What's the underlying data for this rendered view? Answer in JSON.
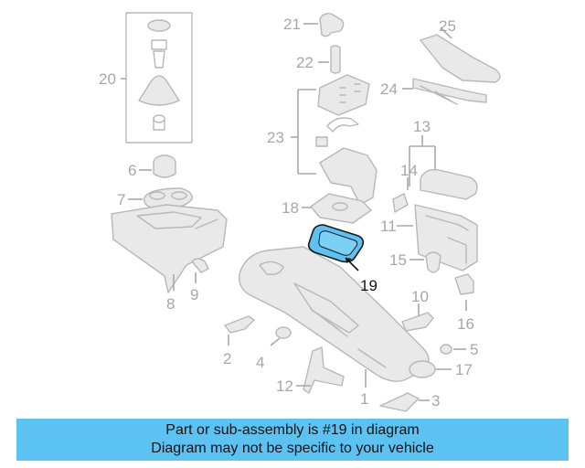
{
  "callouts": {
    "c1": "1",
    "c2": "2",
    "c3": "3",
    "c4": "4",
    "c5": "5",
    "c6": "6",
    "c7": "7",
    "c8": "8",
    "c9": "9",
    "c10": "10",
    "c11": "11",
    "c12": "12",
    "c13": "13",
    "c14": "14",
    "c15": "15",
    "c16": "16",
    "c17": "17",
    "c18": "18",
    "c19": "19",
    "c20": "20",
    "c21": "21",
    "c22": "22",
    "c23": "23",
    "c24": "24",
    "c25": "25"
  },
  "highlight": {
    "part_number": "19",
    "color": "#5bc2f2"
  },
  "banner": {
    "line1": "Part or sub-assembly is #19 in diagram",
    "line2": "Diagram may not be specific to your vehicle",
    "background": "#5bc2f2"
  }
}
